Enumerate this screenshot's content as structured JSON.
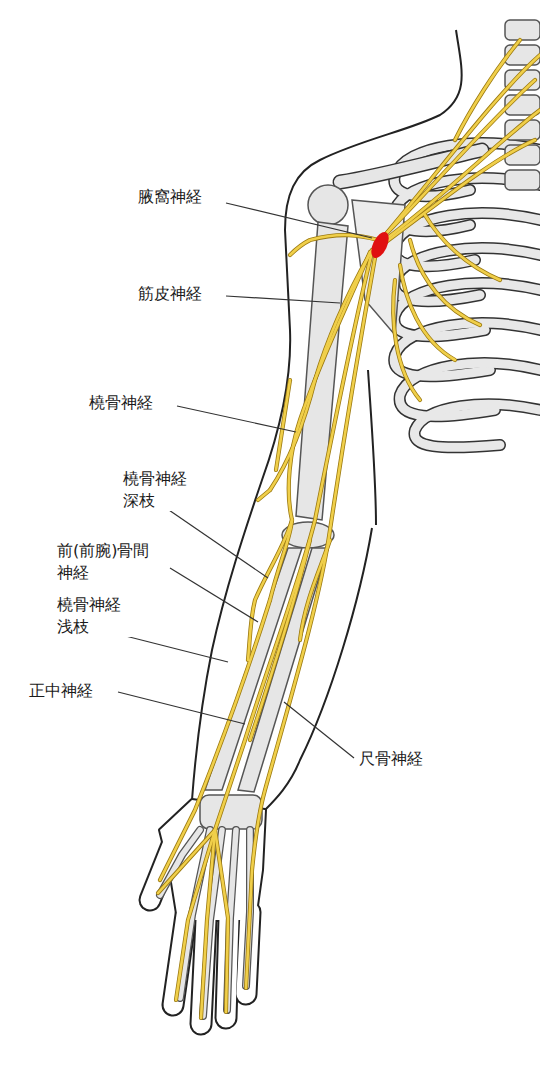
{
  "diagram": {
    "labels": [
      "腋窩神経",
      "筋皮神経",
      "橈骨神経",
      "橈骨神経 深枝",
      "前(前腕)骨間 神経",
      "橈骨神経 浅枝",
      "正中神経",
      "尺骨神経"
    ]
  }
}
